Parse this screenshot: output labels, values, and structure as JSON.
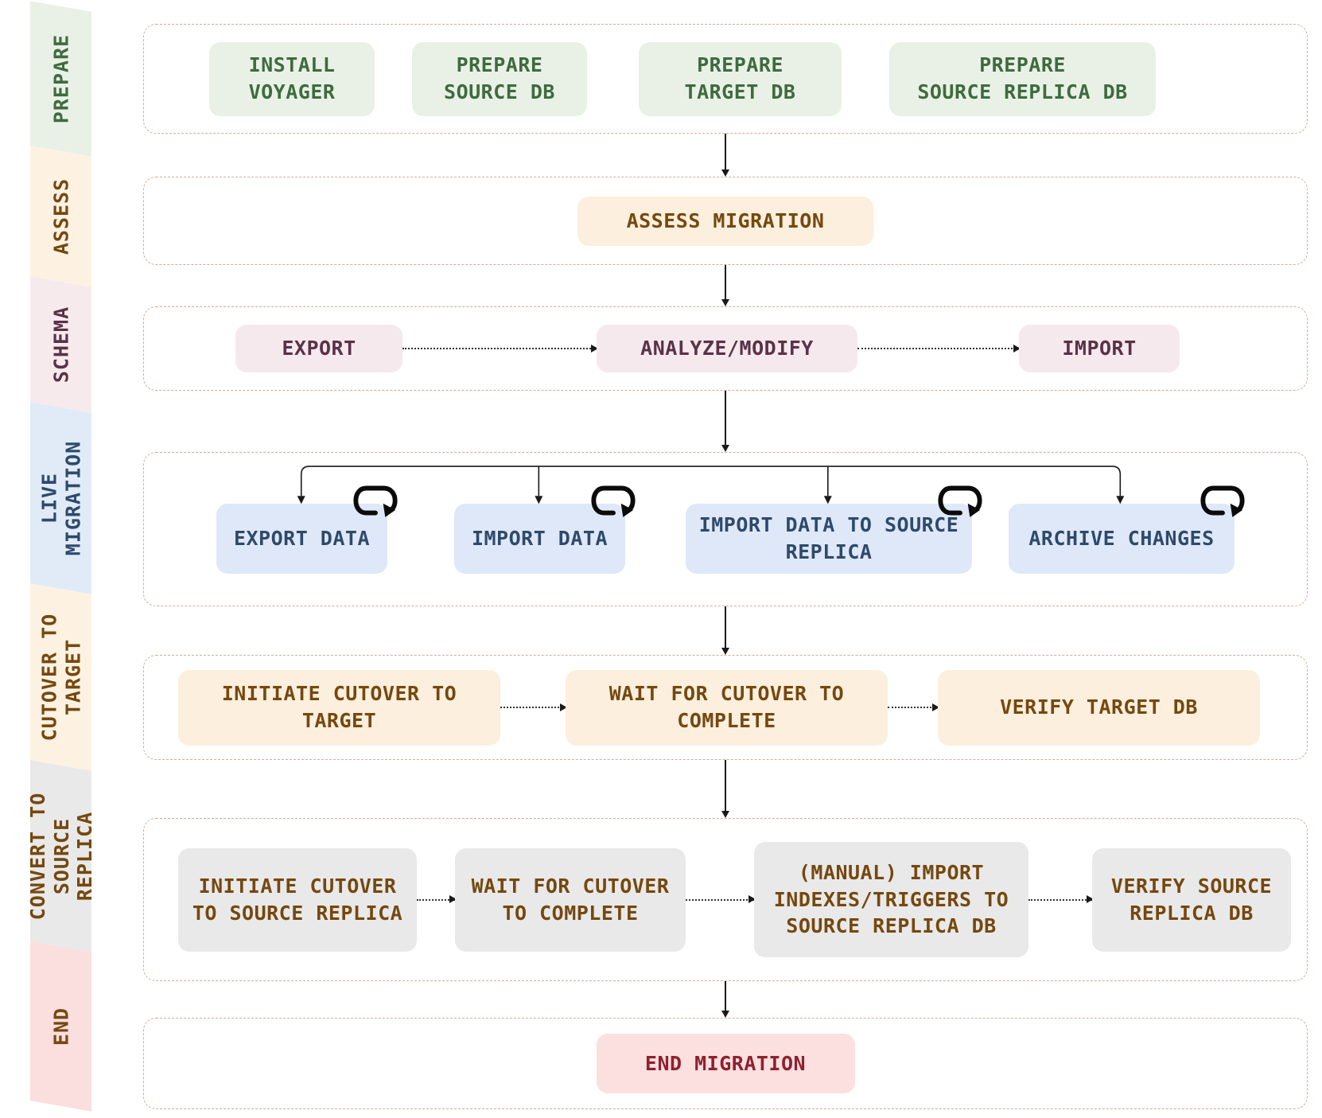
{
  "sidebar": {
    "phases": [
      {
        "label": "PREPARE"
      },
      {
        "label": "ASSESS"
      },
      {
        "label": "SCHEMA"
      },
      {
        "label": "LIVE\nMIGRATION"
      },
      {
        "label": "CUTOVER TO\nTARGET"
      },
      {
        "label": "CONVERT TO\nSOURCE REPLICA"
      },
      {
        "label": "END"
      }
    ]
  },
  "flow": {
    "prepare": {
      "steps": [
        {
          "label": "INSTALL\nVOYAGER"
        },
        {
          "label": "PREPARE\nSOURCE DB"
        },
        {
          "label": "PREPARE\nTARGET DB"
        },
        {
          "label": "PREPARE\nSOURCE REPLICA DB"
        }
      ]
    },
    "assess": {
      "steps": [
        {
          "label": "ASSESS MIGRATION"
        }
      ]
    },
    "schema": {
      "steps": [
        {
          "label": "EXPORT"
        },
        {
          "label": "ANALYZE/MODIFY"
        },
        {
          "label": "IMPORT"
        }
      ]
    },
    "live_migration": {
      "steps": [
        {
          "label": "EXPORT DATA"
        },
        {
          "label": "IMPORT DATA"
        },
        {
          "label": "IMPORT DATA TO SOURCE\nREPLICA"
        },
        {
          "label": "ARCHIVE CHANGES"
        }
      ]
    },
    "cutover_to_target": {
      "steps": [
        {
          "label": "INITIATE CUTOVER TO\nTARGET"
        },
        {
          "label": "WAIT FOR CUTOVER TO\nCOMPLETE"
        },
        {
          "label": "VERIFY TARGET DB"
        }
      ]
    },
    "convert_to_source_replica": {
      "steps": [
        {
          "label": "INITIATE CUTOVER\nTO SOURCE REPLICA"
        },
        {
          "label": "WAIT FOR CUTOVER\nTO COMPLETE"
        },
        {
          "label": "(MANUAL) IMPORT\nINDEXES/TRIGGERS TO\nSOURCE REPLICA DB"
        },
        {
          "label": "VERIFY SOURCE\nREPLICA DB"
        }
      ]
    },
    "end": {
      "steps": [
        {
          "label": "END MIGRATION"
        }
      ]
    }
  },
  "colors": {
    "container_border": "#cfae9b",
    "arrow": "#1a1a1a",
    "prepare_bg": "#e9f1e6",
    "prepare_text": "#3f6b3f",
    "assess_bg": "#fcefdd",
    "assess_text": "#75480f",
    "schema_bg": "#f6e9ed",
    "schema_text": "#5a3248",
    "live_bg": "#dfe8f8",
    "live_text": "#2e4a6b",
    "cutover_bg": "#fcefdd",
    "cutover_text": "#75480f",
    "convert_bg": "#e9e9e9",
    "convert_text": "#75480f",
    "end_bg": "#fcdfdf",
    "end_text": "#8e2130"
  }
}
